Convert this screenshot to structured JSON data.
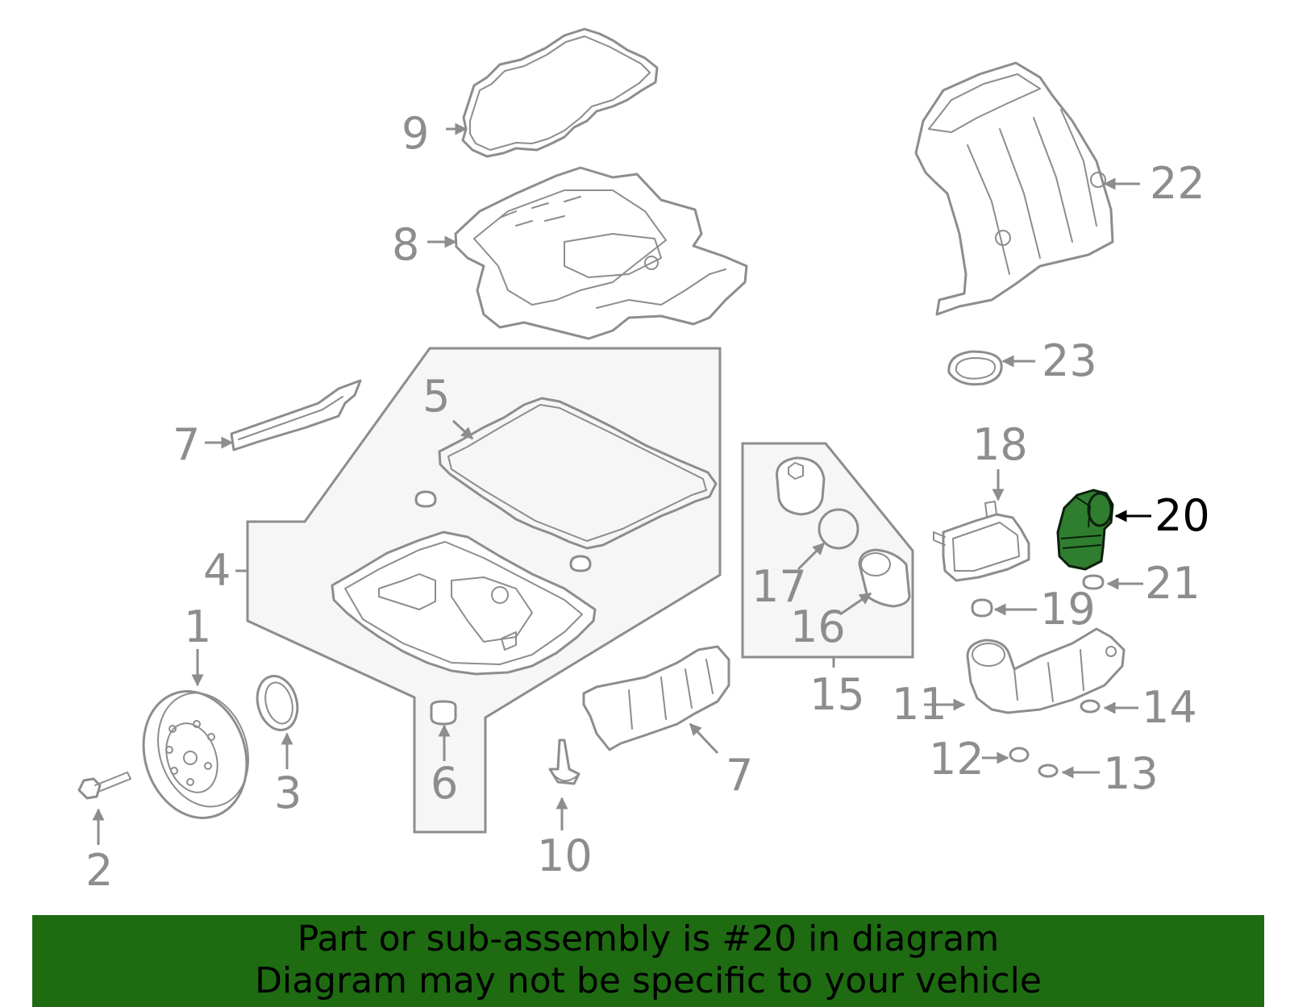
{
  "diagram": {
    "highlight_color": "#2f7d2f",
    "line_color": "#8d8d8d",
    "highlighted_callout": "20",
    "callouts": [
      "1",
      "2",
      "3",
      "4",
      "5",
      "6",
      "7",
      "7",
      "8",
      "9",
      "10",
      "11",
      "12",
      "13",
      "14",
      "15",
      "16",
      "17",
      "18",
      "19",
      "20",
      "21",
      "22",
      "23"
    ]
  },
  "banner": {
    "background": "#1e6b12",
    "line1": "Part or sub-assembly is #20 in diagram",
    "line2": "Diagram may not be specific to your vehicle"
  }
}
